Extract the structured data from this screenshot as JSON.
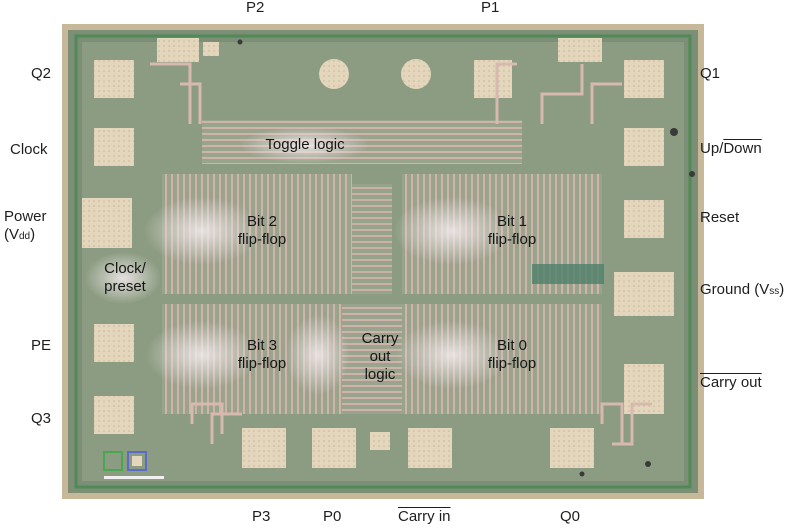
{
  "pins": {
    "p2": "P2",
    "p1": "P1",
    "q2": "Q2",
    "q1": "Q1",
    "clock": "Clock",
    "up_down": {
      "up": "Up/",
      "down": "Down"
    },
    "power": {
      "line1": "Power",
      "line2_prefix": "(V",
      "line2_sub": "dd",
      "line2_suffix": ")"
    },
    "reset": "Reset",
    "ground": {
      "prefix": "Ground (V",
      "sub": "ss",
      "suffix": ")"
    },
    "pe": "PE",
    "carry_out": "Carry out",
    "q3": "Q3",
    "p3": "P3",
    "p0": "P0",
    "carry_in": "Carry in",
    "q0": "Q0"
  },
  "regions": {
    "toggle_logic": "Toggle logic",
    "bit2": {
      "line1": "Bit 2",
      "line2": "flip-flop"
    },
    "bit1": {
      "line1": "Bit 1",
      "line2": "flip-flop"
    },
    "clock_preset": {
      "line1": "Clock/",
      "line2": "preset"
    },
    "bit3": {
      "line1": "Bit 3",
      "line2": "flip-flop"
    },
    "carry_out_logic": {
      "line1": "Carry",
      "line2": "out",
      "line3": "logic"
    },
    "bit0": {
      "line1": "Bit 0",
      "line2": "flip-flop"
    }
  },
  "colors": {
    "die_substrate": "#8c9c82",
    "die_edge": "#c8b89a",
    "metal_trace": "#d8b8b0",
    "bond_pad": "#e6d8c0",
    "guard_ring": "#5a8a5c"
  }
}
